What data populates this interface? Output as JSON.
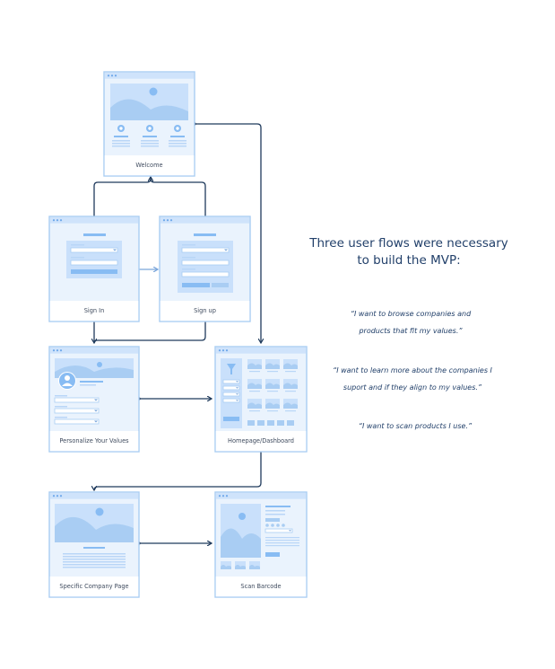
{
  "screens": {
    "welcome": "Welcome",
    "sign_in": "Sign In",
    "sign_up": "Sign up",
    "personalize": "Personalize Your Values",
    "homepage": "Homepage/Dashboard",
    "company": "Specific Company Page",
    "scan": "Scan Barcode"
  },
  "text": {
    "heading_line1": "Three user flows were necessary",
    "heading_line2": "to build the MVP:",
    "quotes": [
      {
        "line1": "“I want to browse companies and",
        "line2": "products that fit my values.”"
      },
      {
        "line1": "“I want to learn more about the companies I",
        "line2": "suport and if they align to my values.”"
      },
      {
        "line1": "“I want to scan products I use.”",
        "line2": ""
      }
    ]
  },
  "colors": {
    "wireframe_fill": "#eaf3fd",
    "wireframe_accent": "#88bcf3",
    "connector": "#1f3a5c",
    "heading_text": "#22406a"
  }
}
